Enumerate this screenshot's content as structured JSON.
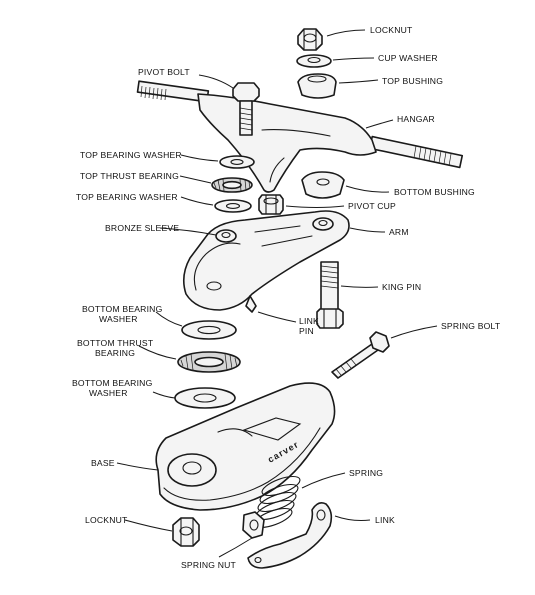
{
  "labels": {
    "locknut_top": "LOCKNUT",
    "cup_washer": "CUP WASHER",
    "top_bushing": "TOP BUSHING",
    "pivot_bolt": "PIVOT BOLT",
    "hangar": "HANGAR",
    "top_bearing_washer_1": "TOP BEARING WASHER",
    "top_thrust_bearing": "TOP THRUST BEARING",
    "top_bearing_washer_2": "TOP BEARING WASHER",
    "bottom_bushing": "BOTTOM BUSHING",
    "pivot_cup": "PIVOT CUP",
    "bronze_sleeve": "BRONZE SLEEVE",
    "arm": "ARM",
    "king_pin": "KING PIN",
    "link_pin_line1": "LINK",
    "link_pin_line2": "PIN",
    "bottom_bearing_washer_1_line1": "BOTTOM BEARING",
    "bottom_bearing_washer_1_line2": "WASHER",
    "spring_bolt": "SPRING BOLT",
    "bottom_thrust_bearing_line1": "BOTTOM THRUST",
    "bottom_thrust_bearing_line2": "BEARING",
    "bottom_bearing_washer_2_line1": "BOTTOM BEARING",
    "bottom_bearing_washer_2_line2": "WASHER",
    "base": "BASE",
    "spring": "SPRING",
    "locknut_bottom": "LOCKNUT",
    "link": "LINK",
    "spring_nut": "SPRING NUT"
  },
  "brand_text": "carver"
}
